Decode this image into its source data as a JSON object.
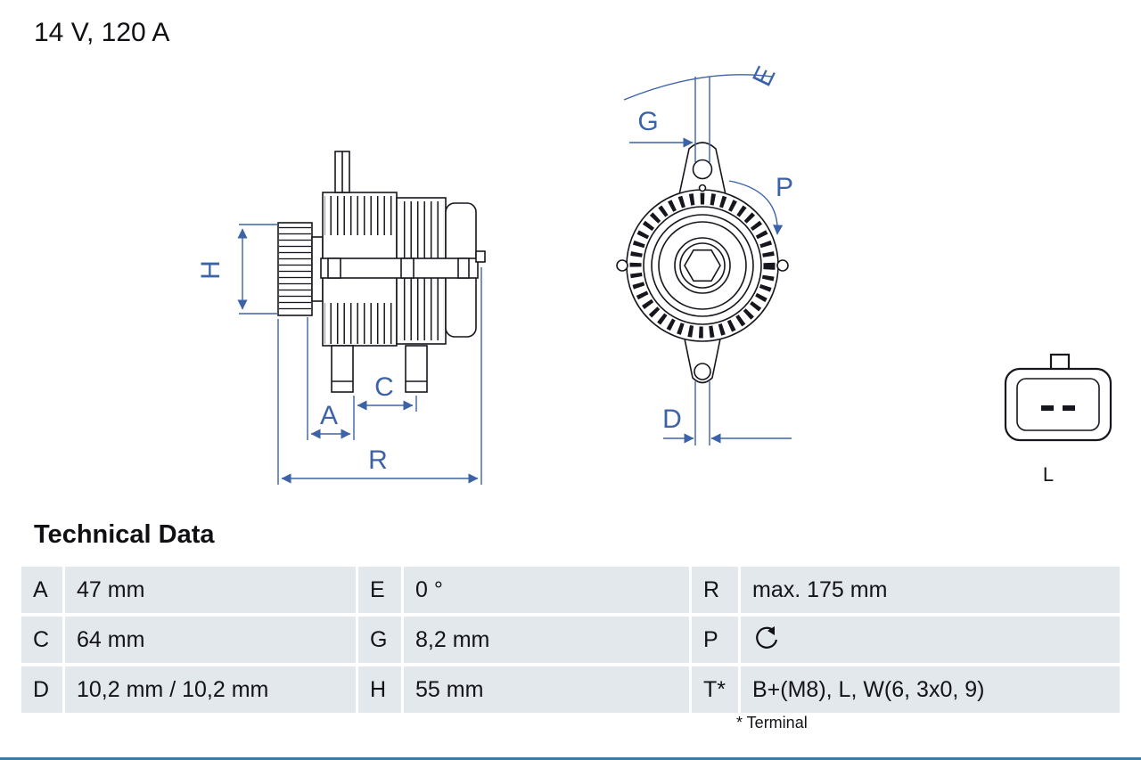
{
  "header": {
    "title": "14 V, 120 A"
  },
  "diagram": {
    "labels": {
      "H": "H",
      "C": "C",
      "A": "A",
      "R": "R",
      "E": "E",
      "G": "G",
      "P": "P",
      "D": "D"
    },
    "connector_label": "L"
  },
  "table": {
    "heading": "Technical Data",
    "rows": [
      {
        "c1k": "A",
        "c1v": "47 mm",
        "c2k": "E",
        "c2v": "0 °",
        "c3k": "R",
        "c3v": "max. 175 mm"
      },
      {
        "c1k": "C",
        "c1v": "64 mm",
        "c2k": "G",
        "c2v": "8,2 mm",
        "c3k": "P",
        "c3v": ""
      },
      {
        "c1k": "D",
        "c1v": "10,2 mm / 10,2 mm",
        "c2k": "H",
        "c2v": "55 mm",
        "c3k": "T*",
        "c3v": "B+(M8), L, W(6, 3x0, 9)"
      }
    ],
    "p_icon": "rotation-direction-icon",
    "footnote": "* Terminal"
  },
  "colors": {
    "dimension_blue": "#3c63a7",
    "line_black": "#16161e",
    "row_background": "#e2e8ec",
    "bottom_rule": "#3a7ca5"
  }
}
